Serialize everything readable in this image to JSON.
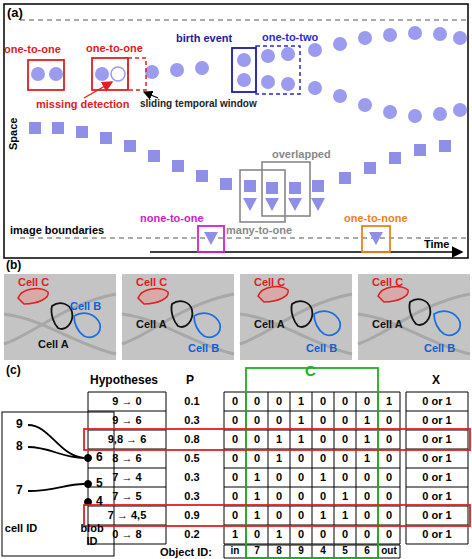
{
  "diagram": {
    "labels": [
      "(a)",
      "Space",
      "one-to-one",
      "one-to-one",
      "missing detection",
      "birth event",
      "one-to-two",
      "sliding temporal window",
      "overlapped",
      "many-to-one",
      "none-to-one",
      "one-to-none",
      "image boundaries",
      "Time",
      "(b)",
      "Cell C",
      "Cell B",
      "Cell A",
      "Cell C",
      "Cell A",
      "Cell B",
      "Cell C",
      "Cell A",
      "Cell B",
      "Cell C",
      "Cell A",
      "Cell B",
      "(c)",
      "Hypotheses",
      "P",
      "C",
      "X",
      "9 → 0",
      "0.1",
      "0",
      "0",
      "0",
      "1",
      "0",
      "0",
      "0",
      "1",
      "0 or 1",
      "9 → 6",
      "0.3",
      "0",
      "0",
      "0",
      "1",
      "0",
      "0",
      "1",
      "0",
      "0 or 1",
      "9,8 → 6",
      "0.8",
      "0",
      "0",
      "1",
      "1",
      "0",
      "0",
      "1",
      "0",
      "0 or 1",
      "8 → 6",
      "0.5",
      "0",
      "0",
      "1",
      "0",
      "0",
      "0",
      "1",
      "0",
      "0 or 1",
      "7 → 4",
      "0.3",
      "0",
      "1",
      "0",
      "0",
      "1",
      "0",
      "0",
      "0",
      "0 or 1",
      "7 → 5",
      "0.3",
      "0",
      "1",
      "0",
      "0",
      "0",
      "1",
      "0",
      "0",
      "0 or 1",
      "7 → 4,5",
      "0.9",
      "0",
      "1",
      "0",
      "0",
      "1",
      "1",
      "0",
      "0",
      "0 or 1",
      "0 → 8",
      "0.2",
      "1",
      "0",
      "1",
      "0",
      "0",
      "0",
      "0",
      "0",
      "0 or 1",
      "Object ID:",
      "in",
      "7",
      "8",
      "9",
      "4",
      "5",
      "6",
      "out",
      "9",
      "8",
      "7",
      "6",
      "5",
      "4",
      "cell ID",
      "blob ID"
    ]
  }
}
